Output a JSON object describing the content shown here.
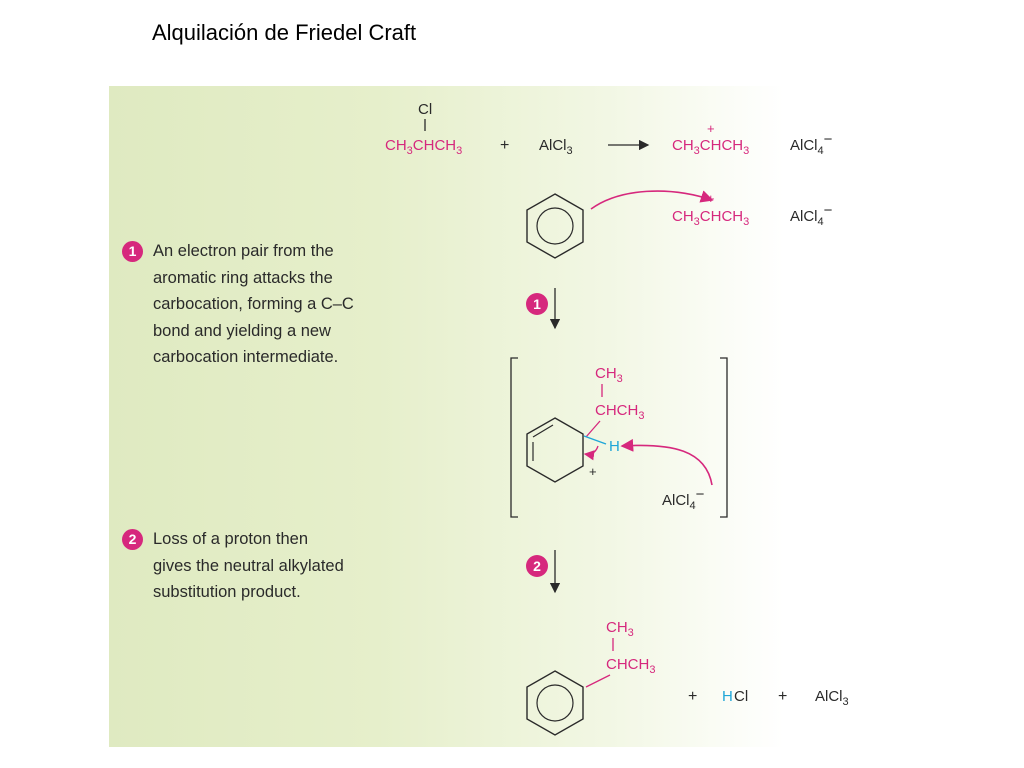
{
  "slide": {
    "title": "Alquilación de Friedel Craft"
  },
  "colors": {
    "magenta": "#d6287d",
    "cyan": "#1fa6d8",
    "panel": "#e4edc6",
    "text": "#2a2a2a"
  },
  "steps": [
    {
      "number": "1",
      "text": "An electron pair from the\naromatic ring attacks the\ncarbocation, forming a C–C\nbond and yielding a new\ncarbocation intermediate."
    },
    {
      "number": "2",
      "text": "Loss of a proton then\ngives the neutral alkylated\nsubstitution product."
    }
  ],
  "reaction": {
    "cl": "Cl",
    "alkyl_halide": "CH3CHCH3",
    "plus": "+",
    "aluminum_chloride": "AlCl3",
    "carbocation": "CH3CHCH3",
    "cation_charge": "+",
    "tetrachloroaluminate": "AlCl4",
    "anion_charge": "−",
    "intermediate_ch3": "CH3",
    "intermediate_chch3": "CHCH3",
    "hydrogen": "H",
    "product_ch3": "CH3",
    "product_chch3": "CHCH3",
    "hcl_h": "H",
    "hcl_cl": "Cl"
  }
}
